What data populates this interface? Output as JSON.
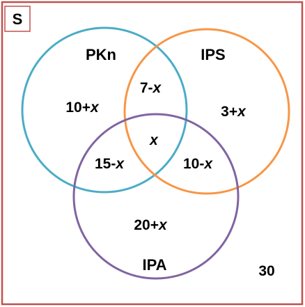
{
  "universe": {
    "label": "S",
    "outside_value": "30",
    "border_color": "#c0504d"
  },
  "sets": {
    "pkn": {
      "label": "PKn",
      "color": "#4bacc6"
    },
    "ips": {
      "label": "IPS",
      "color": "#f79646"
    },
    "ipa": {
      "label": "IPA",
      "color": "#8064a2"
    }
  },
  "regions": {
    "pkn_only": {
      "prefix": "10+",
      "var": "x",
      "suffix": ""
    },
    "ips_only": {
      "prefix": "3+",
      "var": "x",
      "suffix": ""
    },
    "ipa_only": {
      "prefix": "20+",
      "var": "x",
      "suffix": ""
    },
    "pkn_ips": {
      "prefix": "7-",
      "var": "x",
      "suffix": ""
    },
    "pkn_ipa": {
      "prefix": "15-",
      "var": "x",
      "suffix": ""
    },
    "ips_ipa": {
      "prefix": "10-",
      "var": "x",
      "suffix": ""
    },
    "all_three": {
      "prefix": "",
      "var": "x",
      "suffix": ""
    }
  }
}
